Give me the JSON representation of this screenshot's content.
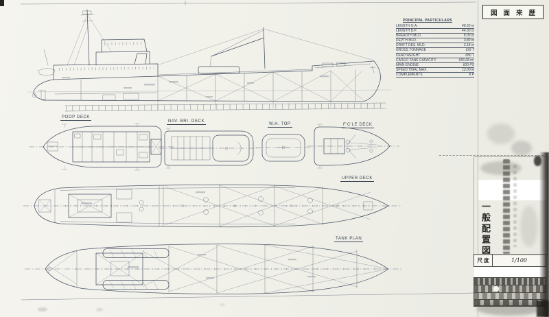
{
  "sheet": {
    "revision_box_label": "図面来歴",
    "drawing_title_vertical": "一般配置図",
    "scale_label": "尺度",
    "scale_value": "1/100"
  },
  "particulars": {
    "title": "PRINCIPAL PARTICULARS",
    "rows": [
      {
        "label": "LENGTH O.A.",
        "value": "48.50 m"
      },
      {
        "label": "LENGTH B.P.",
        "value": "44.00 m"
      },
      {
        "label": "BREADTH MLD.",
        "value": "8.00 m"
      },
      {
        "label": "DEPTH MLD.",
        "value": "3.80 m"
      },
      {
        "label": "DRAFT DES. MLD.",
        "value": "3.18 m"
      },
      {
        "label": "GROSS TONNAGE",
        "value": "199 T"
      },
      {
        "label": "DEAD WEIGHT",
        "value": "680 T"
      },
      {
        "label": "CARGO TANK CAPACITY",
        "value": "656.08 m³"
      },
      {
        "label": "MAIN ENGINE",
        "value": "600 PS"
      },
      {
        "label": "SPEED TRIAL MAX.",
        "value": "12.00 kt"
      },
      {
        "label": "COMPLEMENTS",
        "value": "8 P"
      }
    ]
  },
  "views": {
    "poop_deck": "POOP DECK",
    "nav_bri_deck": "NAV. BRI. DECK",
    "wh_top": "W.H. TOP",
    "fcle_deck": "F'C'LE DECK",
    "upper_deck": "UPPER DECK",
    "tank_plan": "TANK PLAN"
  }
}
